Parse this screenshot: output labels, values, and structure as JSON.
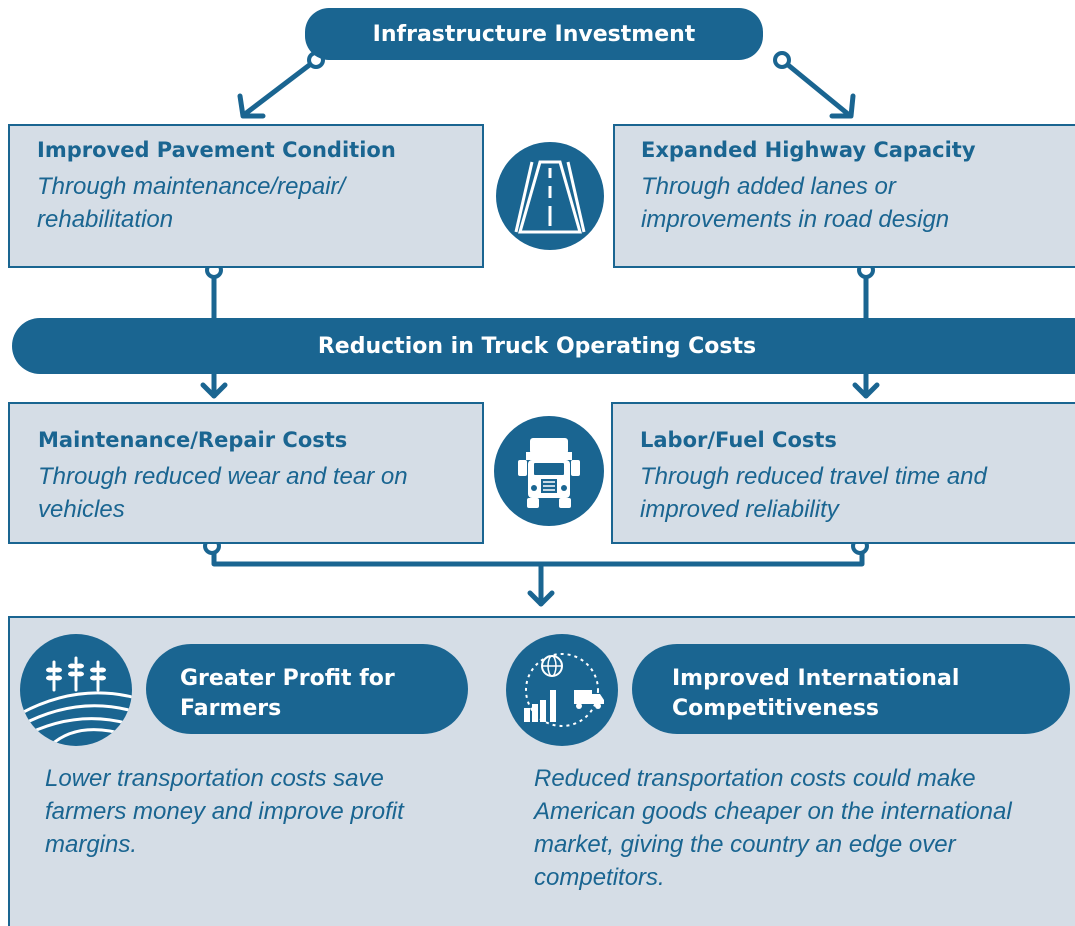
{
  "top": {
    "title": "Infrastructure Investment"
  },
  "boxes": {
    "pavement": {
      "title": "Improved Pavement Condition",
      "desc_line1": "Through maintenance/repair/",
      "desc_line2": "rehabilitation"
    },
    "capacity": {
      "title": "Expanded Highway Capacity",
      "desc_line1": "Through added lanes or",
      "desc_line2": "improvements in road design"
    },
    "maintenance": {
      "title": "Maintenance/Repair Costs",
      "desc_line1": "Through reduced wear and tear on",
      "desc_line2": "vehicles"
    },
    "labor": {
      "title": "Labor/Fuel Costs",
      "desc_line1": "Through reduced travel time and",
      "desc_line2": "improved reliability"
    }
  },
  "middle": {
    "title": "Reduction in Truck Operating Costs"
  },
  "outcomes": {
    "farmers": {
      "title_line1": "Greater Profit for",
      "title_line2": "Farmers",
      "body_line1": "Lower transportation costs save",
      "body_line2": "farmers money and improve profit",
      "body_line3": "margins."
    },
    "international": {
      "title_line1": "Improved International",
      "title_line2": "Competitiveness",
      "body_line1": "Reduced transportation costs could make",
      "body_line2": "American goods cheaper on the international",
      "body_line3": "market, giving the country an edge over",
      "body_line4": "competitors."
    }
  },
  "icons": {
    "road": "road-icon",
    "truck": "truck-icon",
    "wheat": "wheat-field-icon",
    "globe": "globe-logistics-icon"
  },
  "colors": {
    "primary": "#1a6591",
    "box_fill": "#d5dde6",
    "text_white": "#ffffff"
  }
}
